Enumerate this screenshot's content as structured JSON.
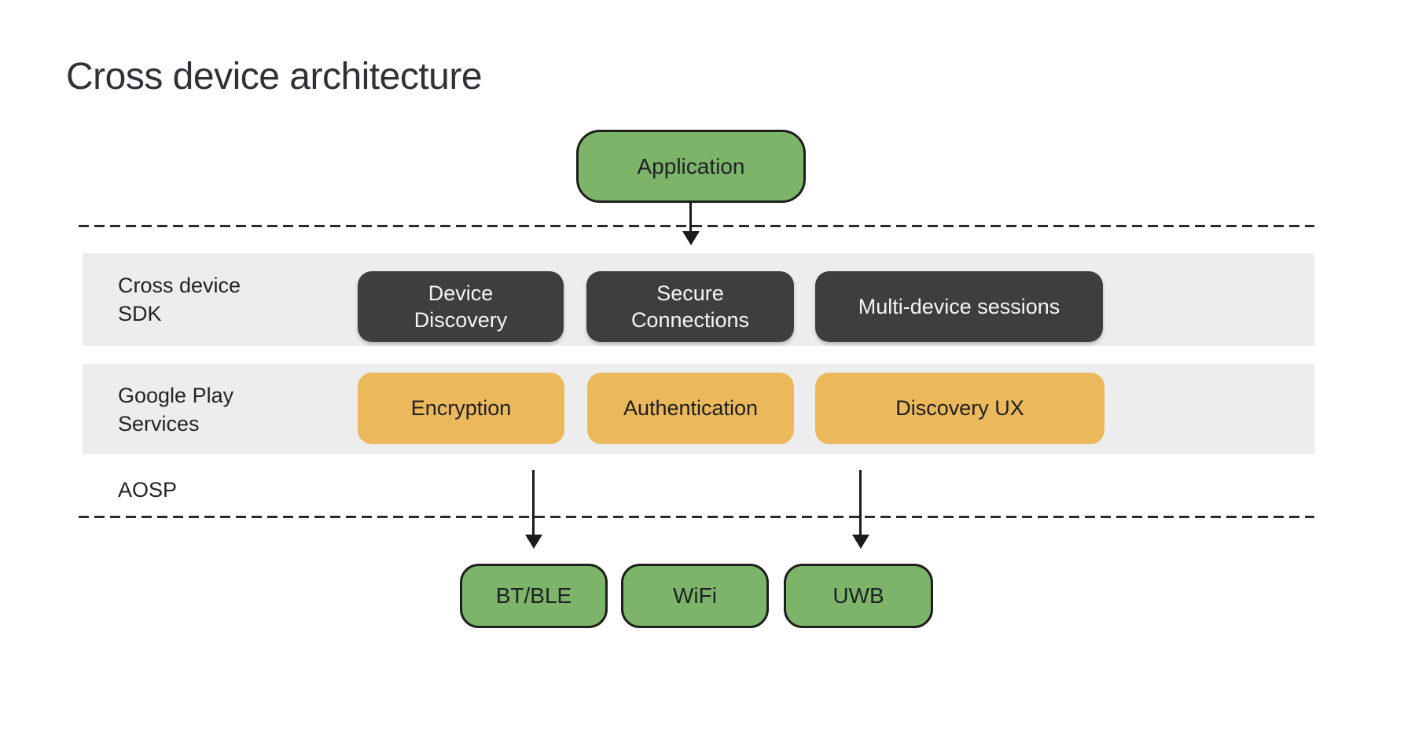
{
  "title": "Cross device architecture",
  "colors": {
    "node_green": "#7cb56a",
    "node_orange": "#ebb95b",
    "node_dark": "#3e3e3e",
    "layer_band_gray": "#ededed",
    "line_dark": "#1b1b1b"
  },
  "nodes": {
    "application": "Application",
    "device_discovery": "Device\nDiscovery",
    "secure_connections": "Secure\nConnections",
    "multi_device_sessions": "Multi-device sessions",
    "encryption": "Encryption",
    "authentication": "Authentication",
    "discovery_ux": "Discovery UX",
    "bt_ble": "BT/BLE",
    "wifi": "WiFi",
    "uwb": "UWB"
  },
  "layers": {
    "sdk_label": "Cross device\nSDK",
    "gps_label": "Google Play\nServices",
    "aosp_label": "AOSP"
  }
}
